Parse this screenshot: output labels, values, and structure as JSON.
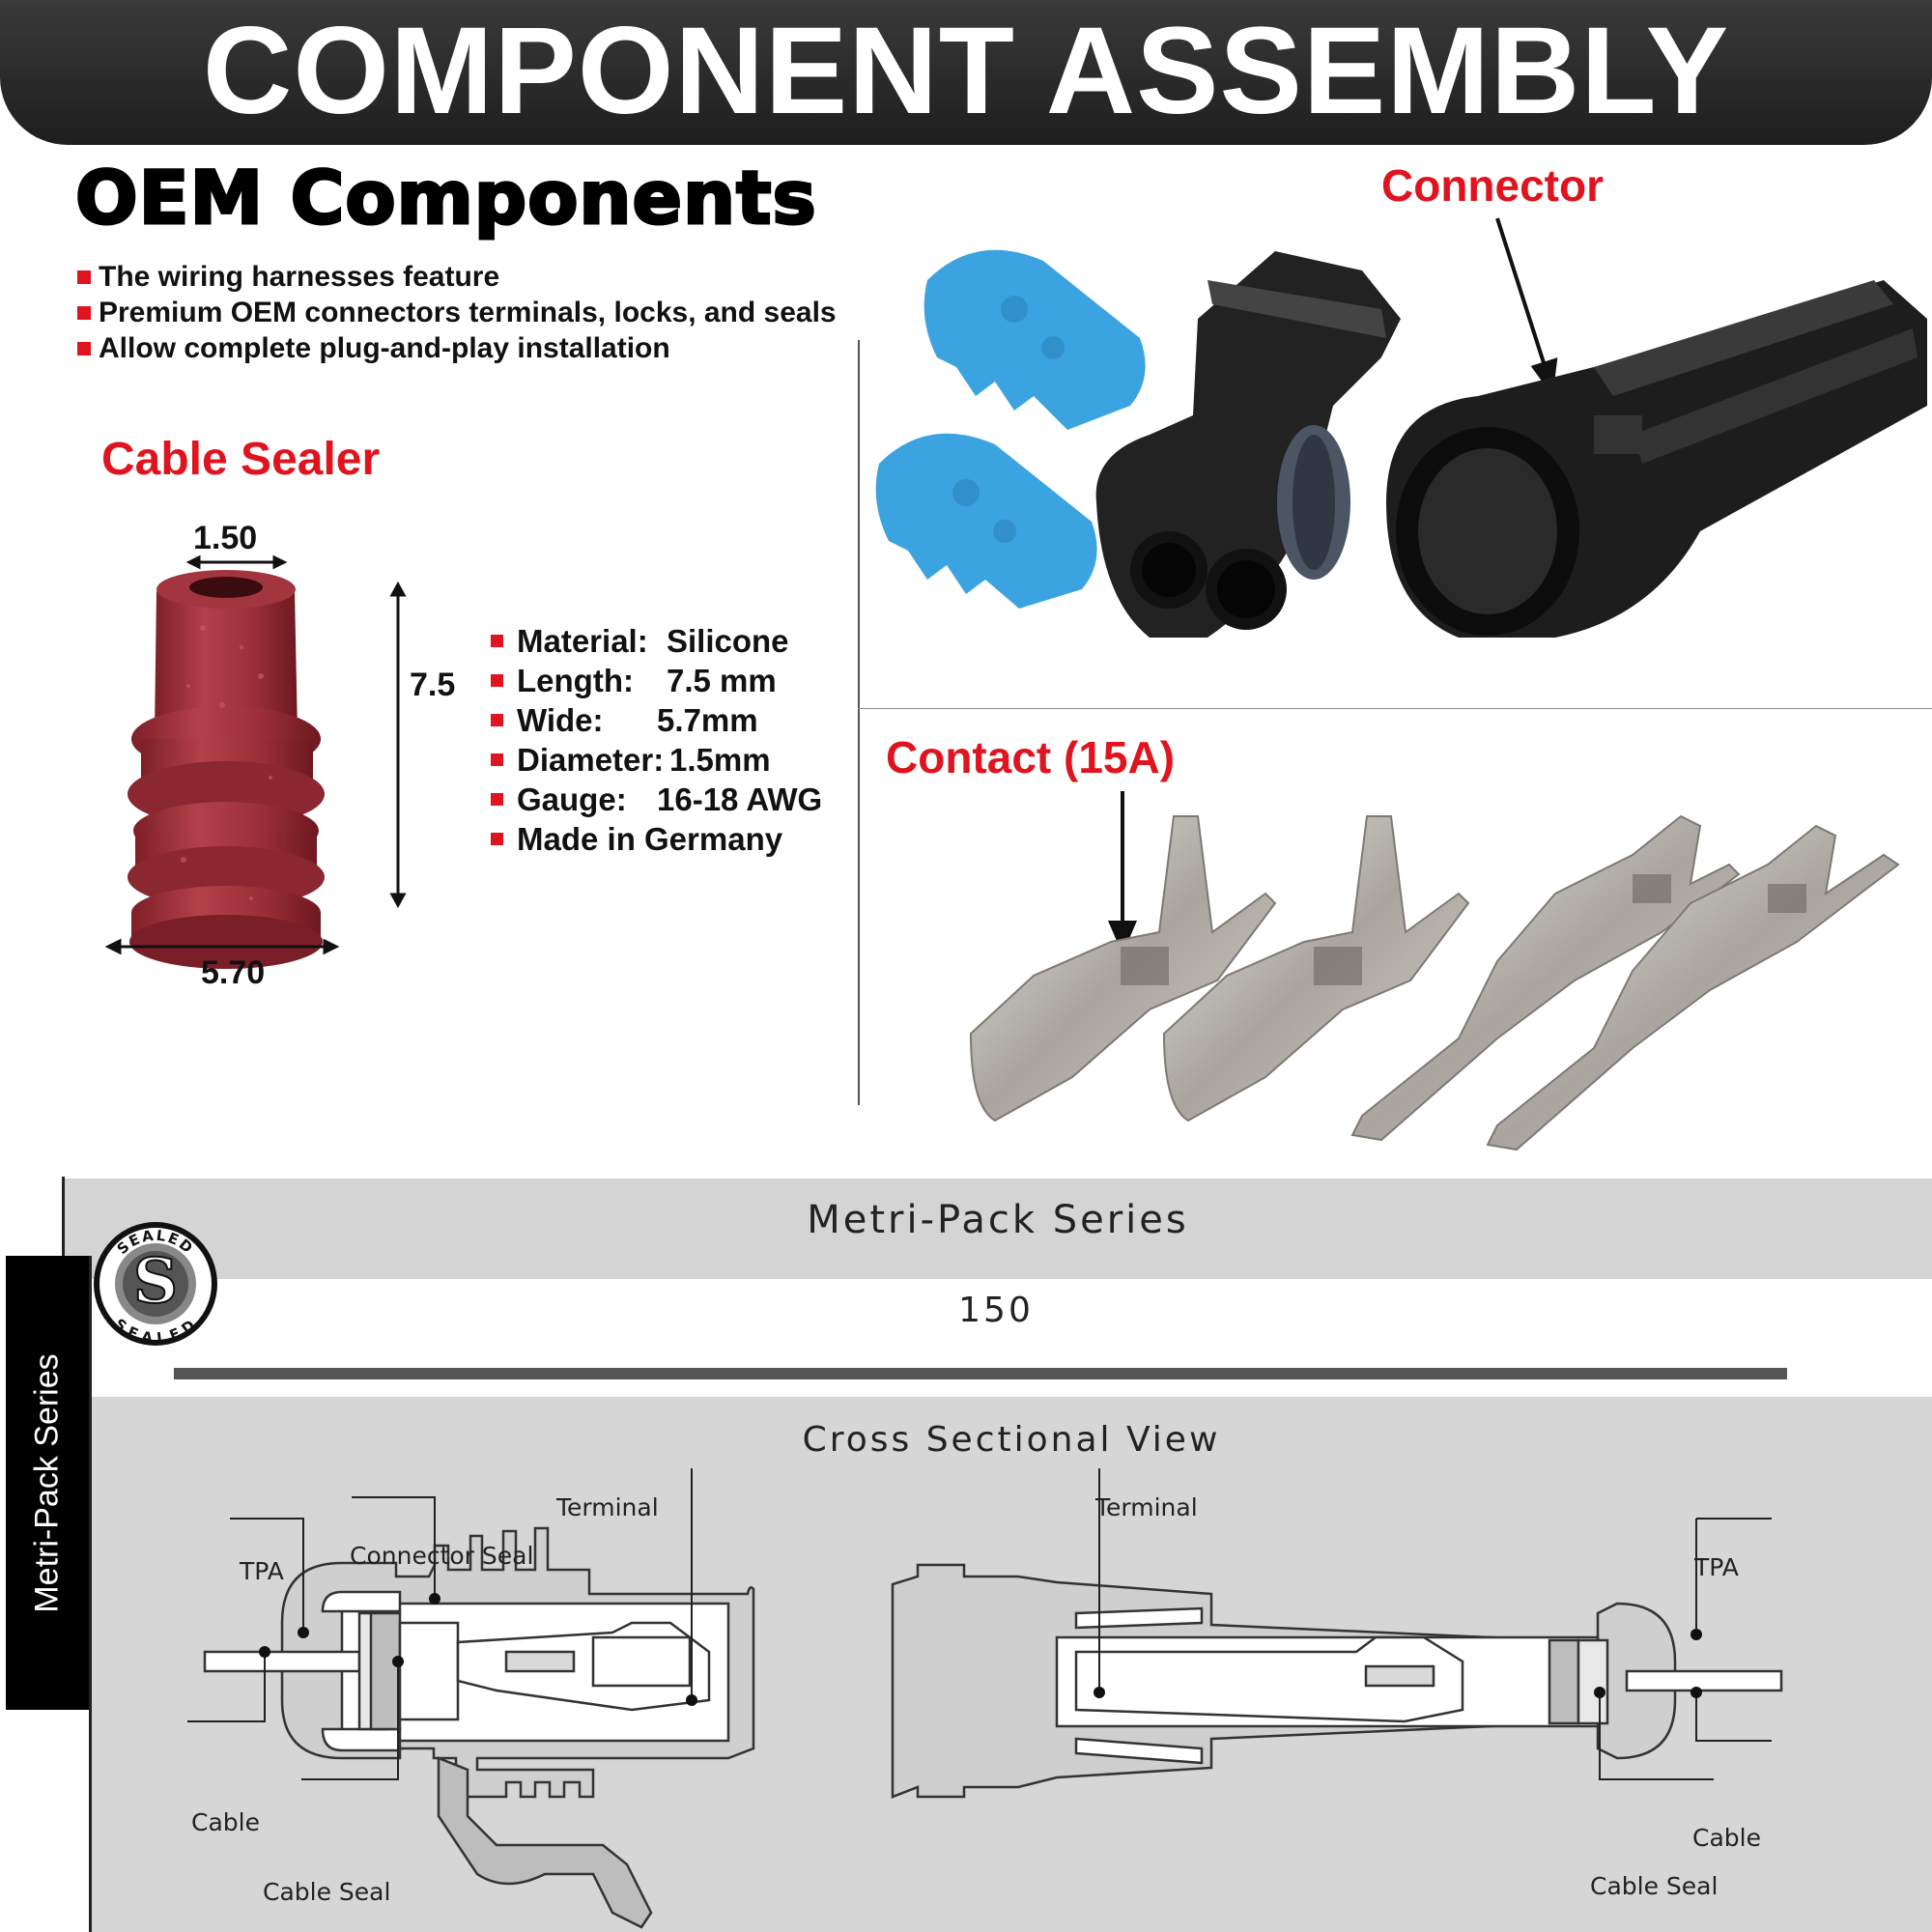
{
  "banner": {
    "title": "COMPONENT ASSEMBLY"
  },
  "oem": {
    "title": "OEM Components",
    "features": [
      "The wiring harnesses feature",
      "Premium OEM connectors terminals, locks, and seals",
      "Allow complete plug-and-play installation"
    ]
  },
  "cable_sealer": {
    "label": "Cable Sealer",
    "dim_top": "1.50",
    "dim_length": "7.5",
    "dim_width": "5.70",
    "specs": [
      {
        "label": "Material:",
        "value": "Silicone"
      },
      {
        "label": "Length:",
        "value": "7.5 mm"
      },
      {
        "label": "Wide:",
        "value": "5.7mm"
      },
      {
        "label": "Diameter:",
        "value": "1.5mm"
      },
      {
        "label": "Gauge:",
        "value": "16-18 AWG"
      },
      {
        "label": "Made in Germany",
        "value": ""
      }
    ]
  },
  "connector": {
    "label": "Connector"
  },
  "contact": {
    "label": "Contact (15A)"
  },
  "series": {
    "sidebar": "Metri-Pack Series",
    "title": "Metri-Pack Series",
    "number": "150",
    "badge_top": "SEALED",
    "badge_bottom": "SEALED",
    "badge_letter": "S"
  },
  "cross_section": {
    "title": "Cross Sectional View",
    "left": {
      "terminal": "Terminal",
      "connector_seal": "Connector Seal",
      "tpa": "TPA",
      "cable": "Cable",
      "cable_seal": "Cable Seal"
    },
    "right": {
      "terminal": "Terminal",
      "tpa": "TPA",
      "cable": "Cable",
      "cable_seal": "Cable Seal"
    }
  },
  "colors": {
    "accent_red": "#e0141e",
    "seal_red": "#a8333a",
    "lock_blue": "#3aa3e0",
    "banner_dark": "#2a2a2a",
    "panel_gray": "#d6d6d6"
  }
}
